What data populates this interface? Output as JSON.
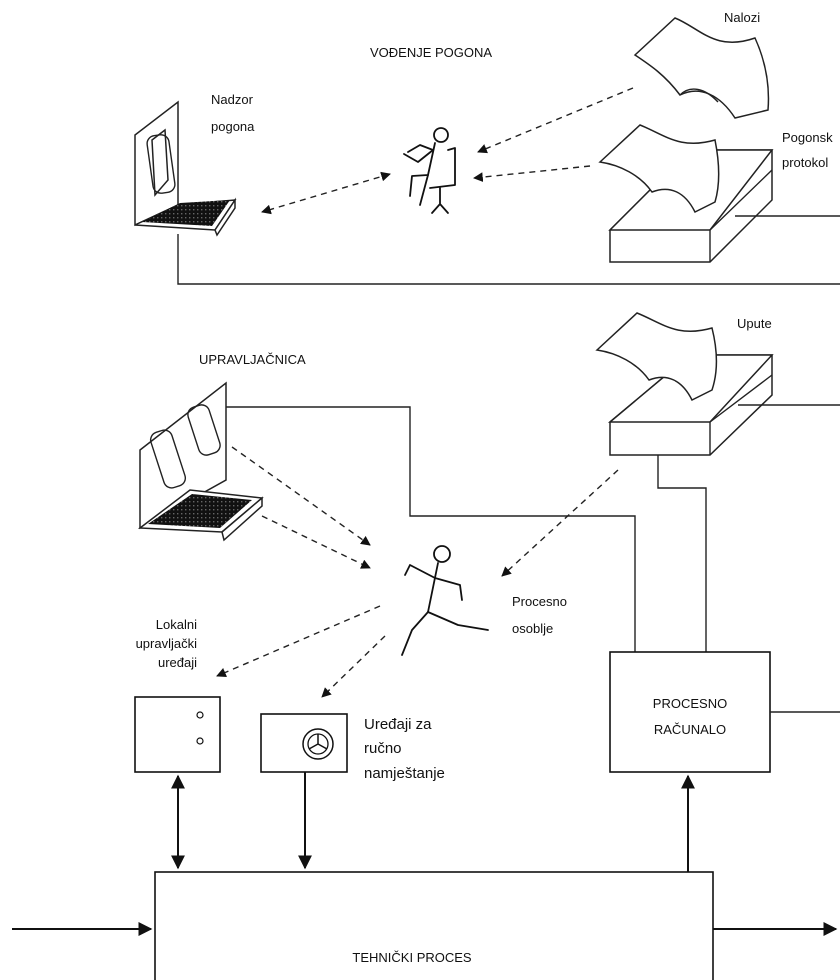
{
  "labels": {
    "vodjenje_pogona": "VOĐENJE POGONA",
    "nalozi": "Nalozi",
    "nadzor_line1": "Nadzor",
    "nadzor_line2": "pogona",
    "pogonski_line1": "Pogonsk",
    "pogonski_line2": "protokol",
    "upute": "Upute",
    "upravljacnica": "UPRAVLJAČNICA",
    "procesno_osoblje_line1": "Procesno",
    "procesno_osoblje_line2": "osoblje",
    "lokalni_line1": "Lokalni",
    "lokalni_line2": "upravljački",
    "lokalni_line3": "uređaji",
    "uredjaji_line1": "Uređaji za",
    "uredjaji_line2": "ručno",
    "uredjaji_line3": "namještanje",
    "procesno_racunalo_line1": "PROCESNO",
    "procesno_racunalo_line2": "RAČUNALO",
    "tehnicki_proces": "TEHNIČKI PROCES"
  },
  "icons": [
    "terminal-icon",
    "seated-operator-icon",
    "document-icon",
    "printer-icon",
    "running-person-icon",
    "steering-wheel-icon"
  ]
}
